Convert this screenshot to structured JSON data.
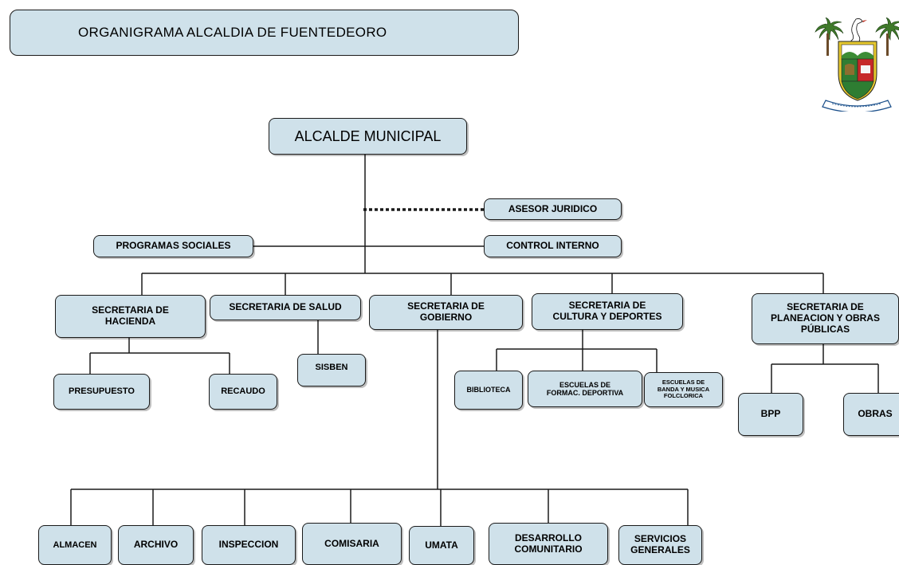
{
  "title": "ORGANIGRAMA ALCALDIA DE FUENTEDEORO",
  "logo_name": "escudo-fuentedeoro-icon",
  "boxes": {
    "alcalde": "ALCALDE MUNICIPAL",
    "asesor": "ASESOR JURIDICO",
    "control": "CONTROL INTERNO",
    "programas": "PROGRAMAS  SOCIALES",
    "hacienda": "SECRETARIA DE\nHACIENDA",
    "salud": "SECRETARIA DE SALUD",
    "gobierno": "SECRETARIA DE\nGOBIERNO",
    "cultura": "SECRETARIA DE\nCULTURA Y DEPORTES",
    "planeacion": "SECRETARIA DE\nPLANEACION Y OBRAS\nPÚBLICAS",
    "presupuesto": "PRESUPUESTO",
    "recaudo": "RECAUDO",
    "sisben": "SISBEN",
    "biblioteca": "BIBLIOTECA",
    "escuelas_deportiva": "ESCUELAS DE\nFORMAC. DEPORTIVA",
    "escuelas_banda": "ESCUELAS DE\nBANDA Y MUSICA\nFOLCLORICA",
    "bpp": "BPP",
    "obras": "OBRAS",
    "almacen": "ALMACEN",
    "archivo": "ARCHIVO",
    "inspeccion": "INSPECCION",
    "comisaria": "COMISARIA",
    "umata": "UMATA",
    "desarrollo": "DESARROLLO\nCOMUNITARIO",
    "servicios": "SERVICIOS\nGENERALES"
  },
  "colors": {
    "box_fill": "#cfe1ea",
    "border": "#1a1a1a"
  }
}
